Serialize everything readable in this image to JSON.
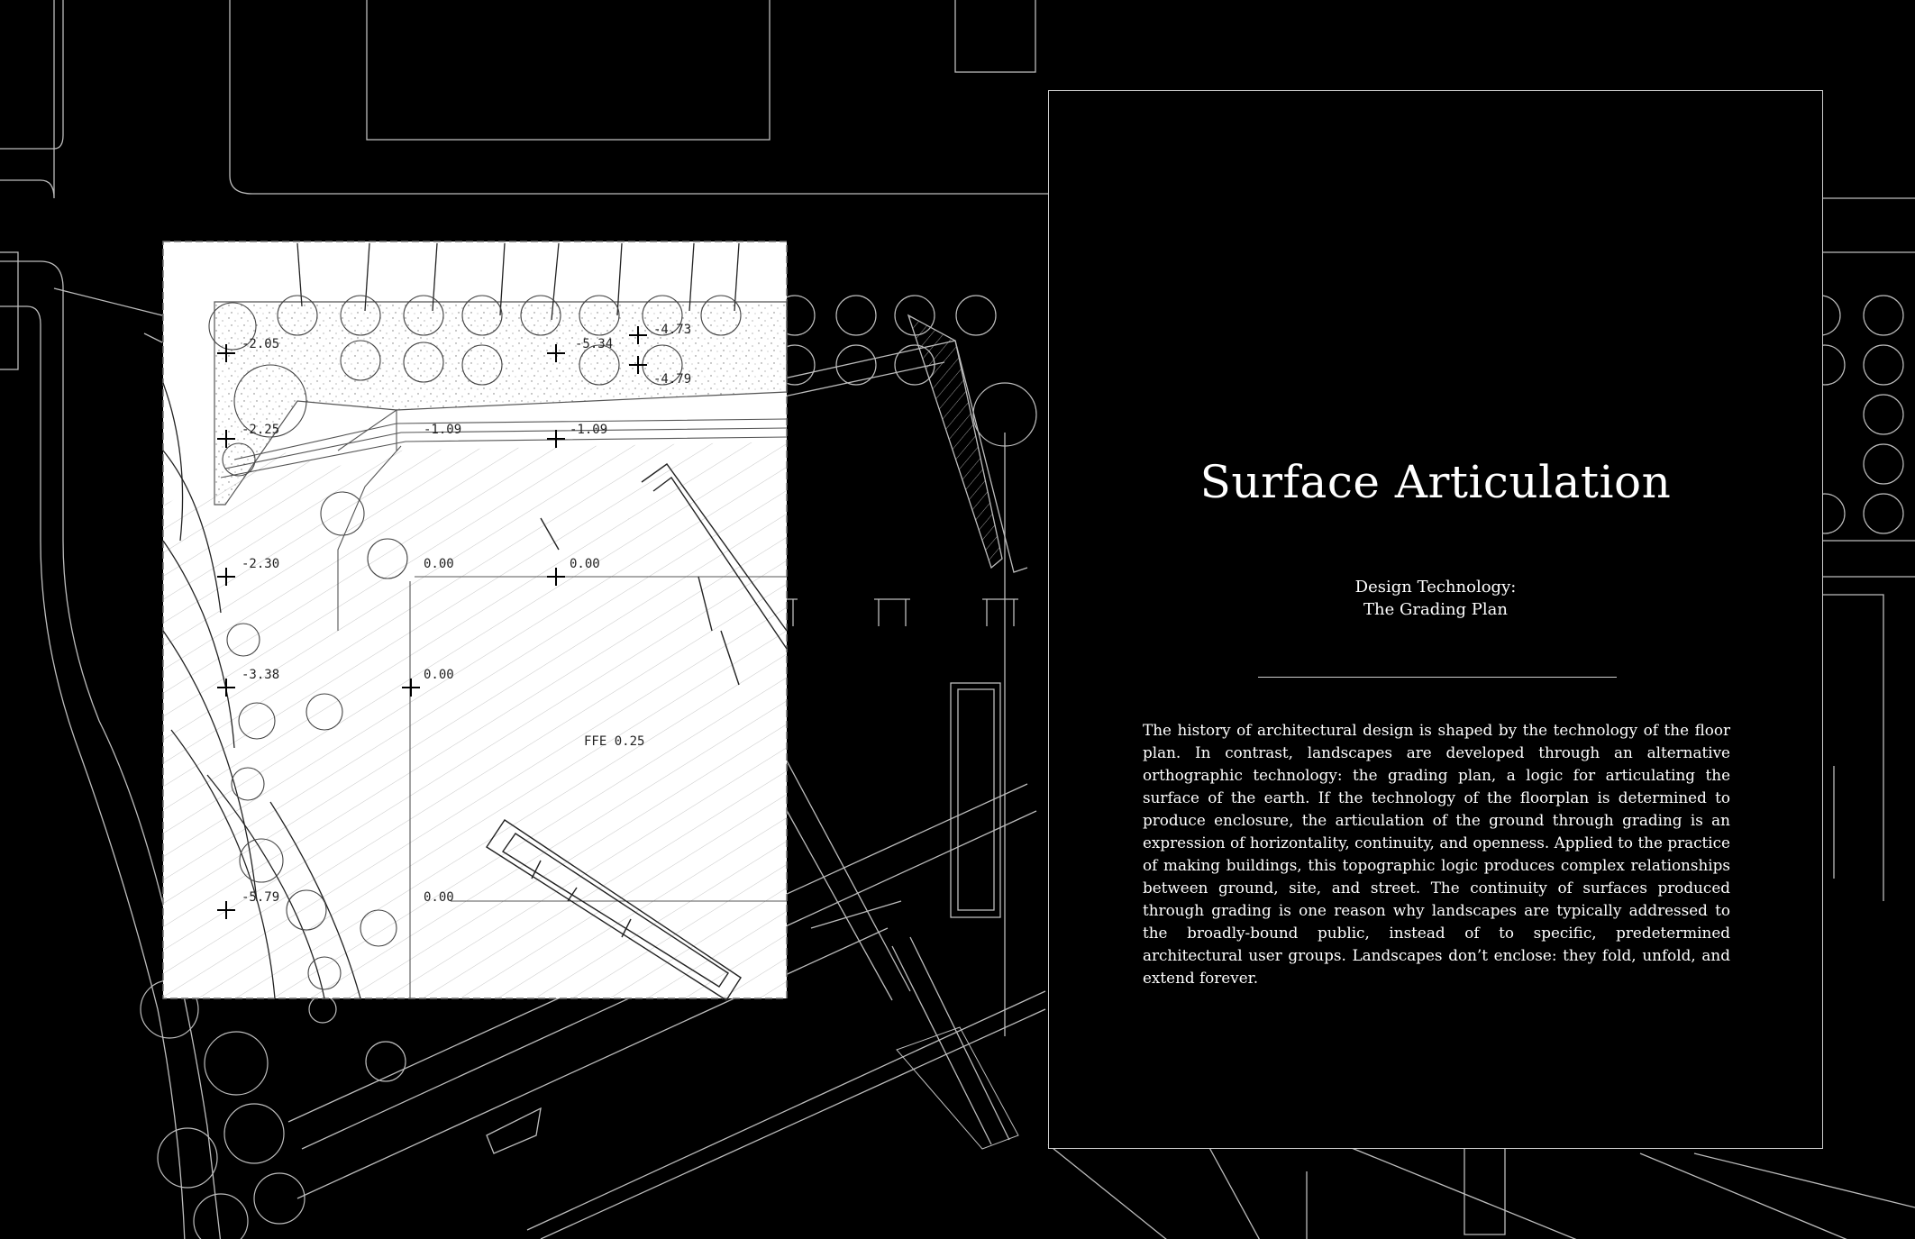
{
  "panel": {
    "title": "Surface Articulation",
    "subtitle_line1": "Design Technology:",
    "subtitle_line2": "The Grading Plan",
    "body": "The history of architectural design is shaped by the technology of the floor plan. In contrast, landscapes are developed through an alternative orthographic technology: the grading plan, a logic for articulating the surface of the earth. If the technology of the floorplan is determined to produce enclosure, the articulation of the ground through grading is an expression of horizontality, continuity, and openness. Applied to the practice of making buildings, this topographic logic produces complex relationships between ground, site, and street. The continuity of surfaces produced through grading is one reason why landscapes are typically addressed to the broadly-bound public, instead of to specific, predetermined architectural user groups. Landscapes don’t enclose: they fold, unfold, and extend forever."
  },
  "elevations": {
    "e1": "-2.05",
    "e2": "-5.34",
    "e3": "-4.73",
    "e4": "-4.79",
    "e5": "-2.25",
    "e6": "-1.09",
    "e7": "-1.09",
    "e8": "-2.30",
    "e9": "0.00",
    "e10": "0.00",
    "e11": "-3.38",
    "e12": "0.00",
    "e13": "FFE 0.25",
    "e14": "-5.79",
    "e15": "0.00"
  },
  "colors": {
    "background": "#000000",
    "linework": "#bdbdbd",
    "plan_paper": "#ffffff",
    "text": "#ffffff"
  }
}
